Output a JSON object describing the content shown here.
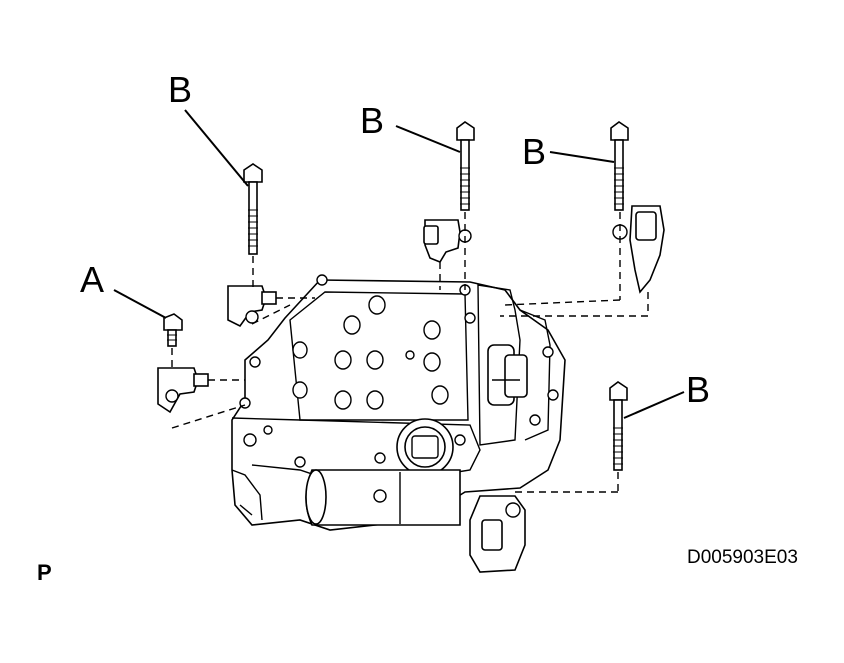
{
  "labels": {
    "bolt_a": "A",
    "bolt_b": "B",
    "figure_code": "D005903E03",
    "corner_mark": "P"
  },
  "colors": {
    "ink": "#000000",
    "paper": "#ffffff"
  }
}
